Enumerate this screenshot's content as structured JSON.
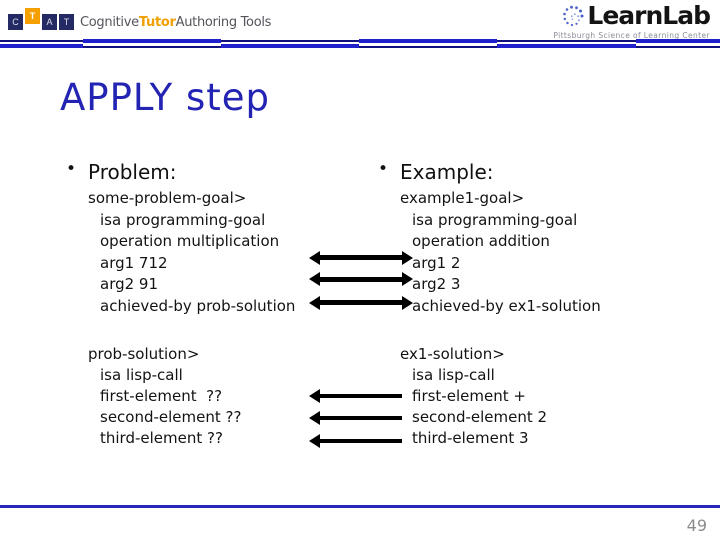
{
  "header": {
    "ctat": {
      "boxes": [
        "C",
        "T",
        "A",
        "T"
      ],
      "text_gray1": "Cognitive",
      "text_orange": "Tutor",
      "text_gray2": "Authoring Tools"
    },
    "learnlab": {
      "name": "LearnLab",
      "subtitle": "Pittsburgh Science of Learning Center"
    }
  },
  "title": "APPLY step",
  "columns": {
    "problem": {
      "heading": "Problem:",
      "bullet": "•",
      "block1": {
        "head": "some-problem-goal>",
        "lines": [
          "isa programming-goal",
          "operation multiplication",
          "arg1 712",
          "arg2 91",
          "achieved-by prob-solution"
        ]
      },
      "block2": {
        "head": "prob-solution>",
        "lines": [
          "isa lisp-call",
          "first-element  ??",
          "second-element ??",
          "third-element ??"
        ]
      }
    },
    "example": {
      "heading": "Example:",
      "bullet": "•",
      "block1": {
        "head": "example1-goal>",
        "lines": [
          "isa programming-goal",
          "operation addition",
          "arg1 2",
          "arg2 3",
          "achieved-by ex1-solution"
        ]
      },
      "block2": {
        "head": "ex1-solution>",
        "lines": [
          "isa lisp-call",
          "first-element +",
          "second-element 2",
          "third-element 3"
        ]
      }
    }
  },
  "arrows": {
    "top_group_style": "double-headed",
    "bottom_group_style": "left-headed",
    "color": "#000000"
  },
  "page_number": "49",
  "colors": {
    "title_blue": "#2424b4",
    "rule_royal": "#2121cb",
    "rule_navy": "#10107e",
    "ctat_orange": "#f5a000",
    "ctat_navy": "#232a64",
    "logo_text_gray": "#54545c",
    "page_number_gray": "#8c8c8c"
  }
}
